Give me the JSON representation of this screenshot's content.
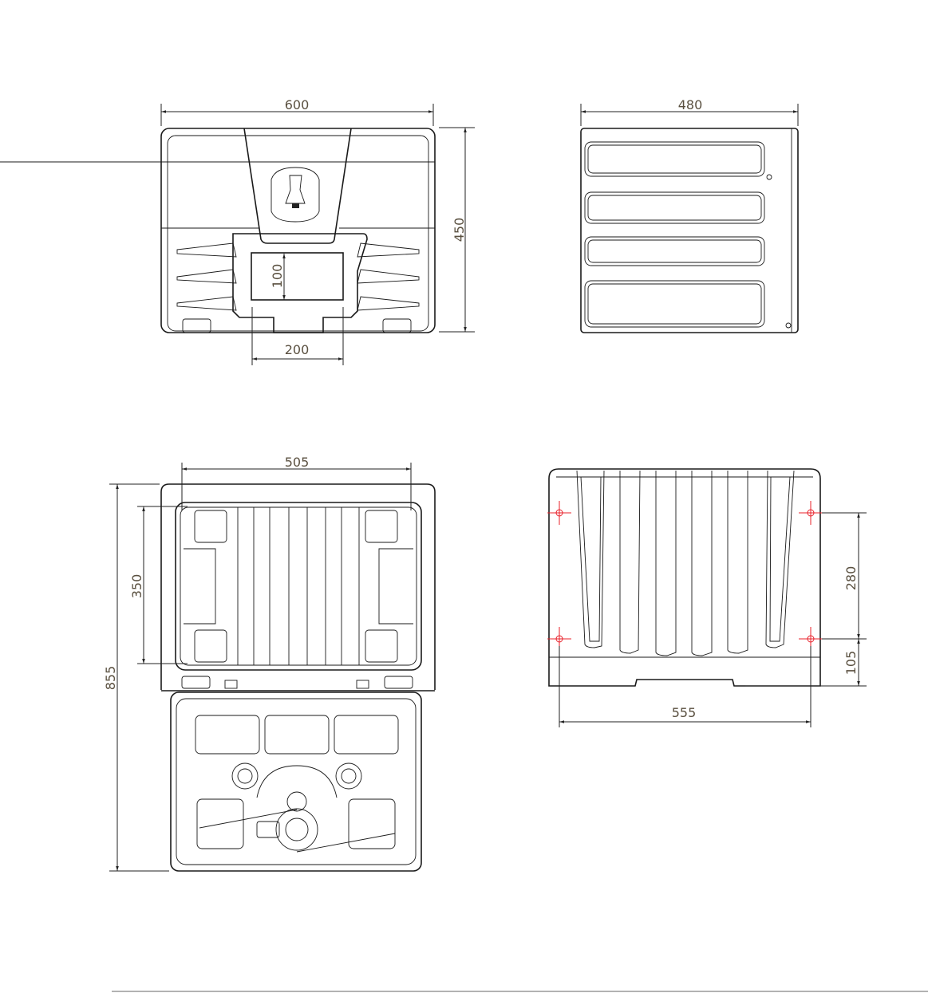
{
  "drawing": {
    "front_view": {
      "width_label": "600",
      "height_label": "450",
      "opening_height_label": "100",
      "opening_width_label": "200"
    },
    "side_view": {
      "depth_label": "480"
    },
    "open_view": {
      "inner_width_label": "505",
      "total_height_label": "855",
      "inner_height_label": "350"
    },
    "back_view": {
      "hole_spacing_vertical_label": "280",
      "hole_offset_bottom_label": "105",
      "hole_spacing_horizontal_label": "555"
    },
    "colors": {
      "outline": "#1a1a1a",
      "dimension_text": "#5a5040",
      "hole_marker": "#e8202a"
    }
  }
}
